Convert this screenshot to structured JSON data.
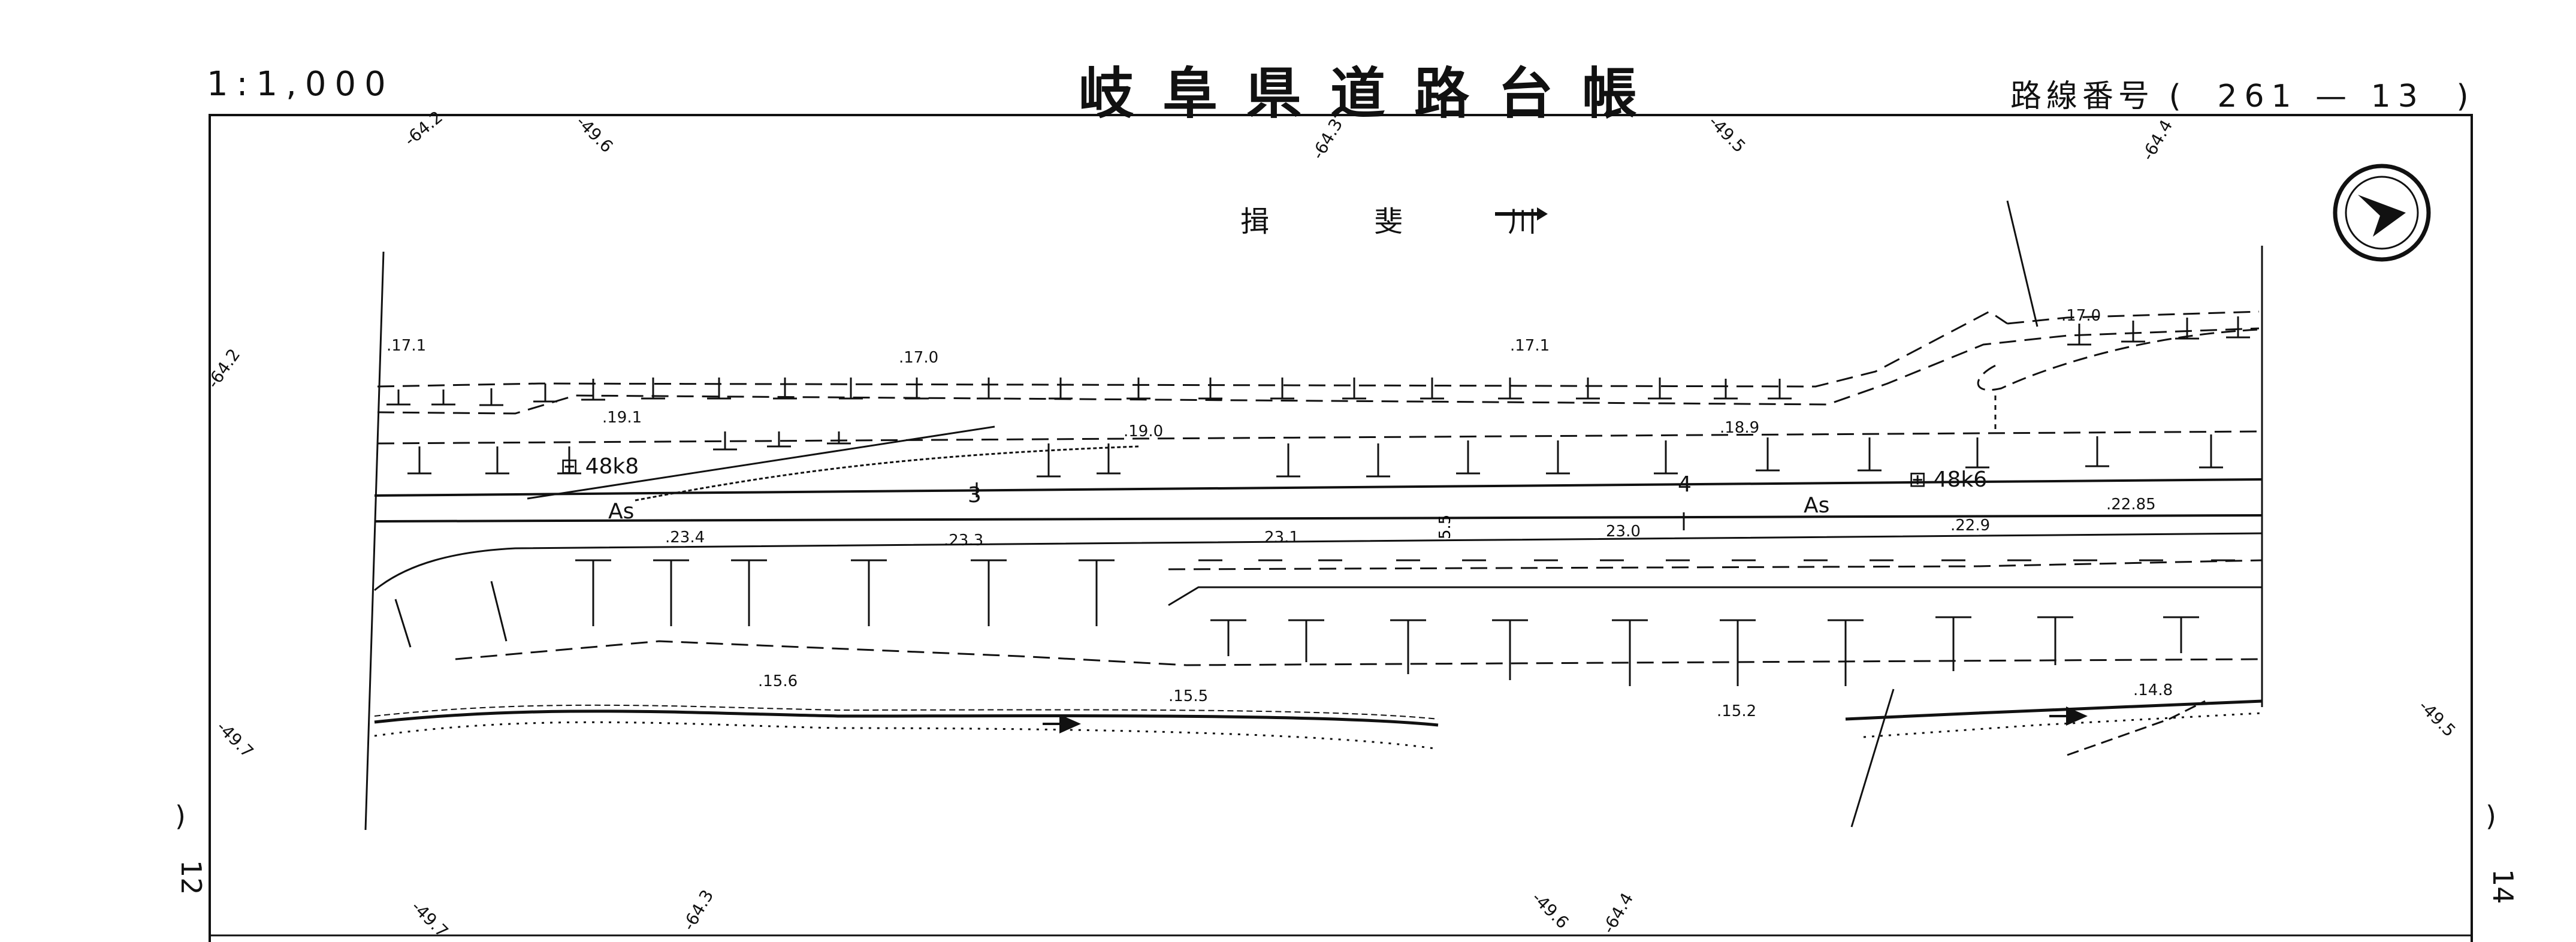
{
  "header": {
    "scale": "1:1,000",
    "title": "岐阜県道路台帳",
    "route_label": "路線番号",
    "route_open": "(",
    "route_number": "261 — 13",
    "route_close": ")"
  },
  "map": {
    "river_name": "揖 斐 川",
    "surface_labels": [
      "As",
      "As"
    ],
    "kilopost_labels": [
      "⊞ 48k8",
      "⊞ 48k6"
    ],
    "section_numbers": [
      "3",
      "4"
    ],
    "road_width": "5.5",
    "elevations": [
      ".17.1",
      ".17.0",
      ".17.1",
      ".17.0",
      ".19.1",
      ".19.0",
      ".18.9",
      ".23.4",
      ".23.3",
      "23.1",
      "23.0",
      ".22.9",
      ".22.85",
      ".15.6",
      ".15.5",
      ".15.2",
      ".14.8"
    ],
    "grid_ticks_top": [
      "-64.2",
      "-49.6",
      "-64.3",
      "-49.5",
      "-64.4"
    ],
    "grid_ticks_bottom": [
      "-49.7",
      "-64.3",
      "-49.6",
      "-64.4"
    ],
    "grid_ticks_left": [
      "-64.2",
      "-49.7"
    ],
    "grid_ticks_right": [
      "-49.5"
    ],
    "sheet_left": "12",
    "sheet_right": "14"
  }
}
